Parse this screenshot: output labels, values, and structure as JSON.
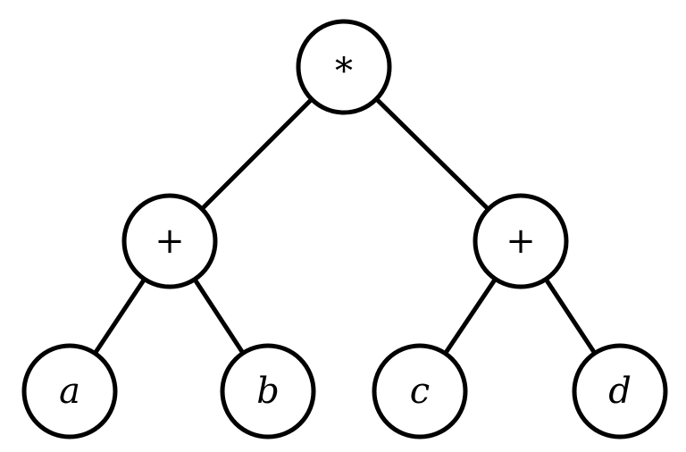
{
  "tree": {
    "root": {
      "label": "*"
    },
    "left_op": {
      "label": "+"
    },
    "right_op": {
      "label": "+"
    },
    "leaves": [
      {
        "label": "a"
      },
      {
        "label": "b"
      },
      {
        "label": "c"
      },
      {
        "label": "d"
      }
    ]
  }
}
